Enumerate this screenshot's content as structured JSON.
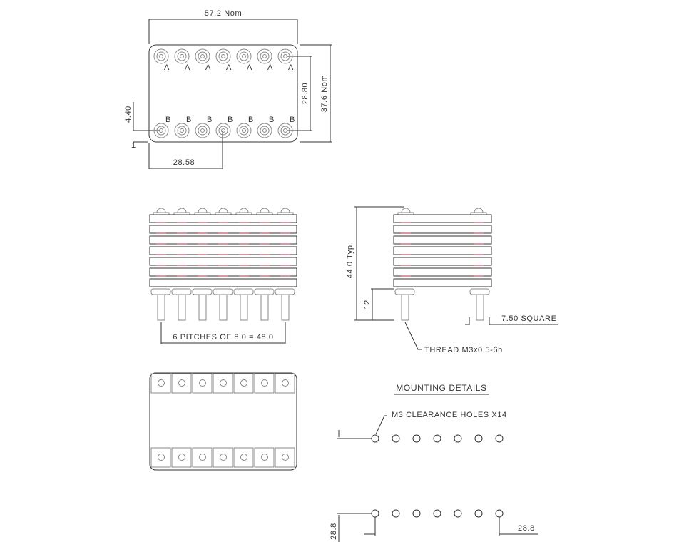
{
  "top_view": {
    "width_label": "57.2  Nom",
    "height_label": "37.6  Nom",
    "row_spacing_label": "28.80",
    "offset_left_label": "4.40",
    "offset_small_label": "1",
    "center_label": "28.58",
    "row_a_labels": [
      "A",
      "A",
      "A",
      "A",
      "A",
      "A",
      "A"
    ],
    "row_b_labels": [
      "B",
      "B",
      "B",
      "B",
      "B",
      "B",
      "B"
    ],
    "connector_icon": "terminal-post-icon"
  },
  "front_view": {
    "pitch_label": "6  PITCHES  OF  8.0  =  48.0",
    "layers": 7,
    "posts": 7
  },
  "side_view": {
    "height_label": "44.0  Typ.",
    "pin_length_label": "12",
    "square_label": "7.50  SQUARE",
    "thread_label": "THREAD  M3x0.5-6h"
  },
  "bottom_view": {
    "pads_per_row": 7,
    "rows": 2
  },
  "mounting": {
    "title": "MOUNTING  DETAILS",
    "holes_label": "M3  CLEARANCE  HOLES  X14",
    "row_spacing_label": "28.8",
    "span_label": "28.8"
  },
  "colors": {
    "line": "#333333",
    "gray": "#888888",
    "accent_red": "#b03040"
  }
}
